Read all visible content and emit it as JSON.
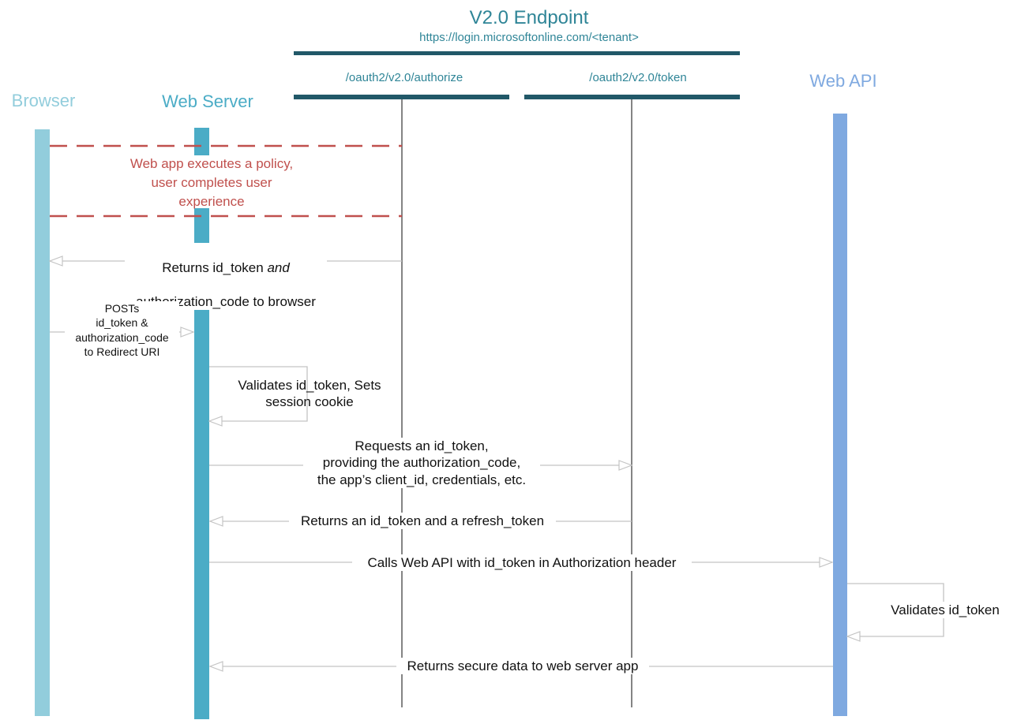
{
  "diagram": {
    "endpoint": {
      "title": "V2.0 Endpoint",
      "url": "https://login.microsoftonline.com/<tenant>",
      "authorize_path": "/oauth2/v2.0/authorize",
      "token_path": "/oauth2/v2.0/token"
    },
    "participants": {
      "browser": "Browser",
      "web_server": "Web Server",
      "web_api": "Web API"
    },
    "colors": {
      "browser": "#92cddc",
      "web_server": "#4bacc6",
      "web_api": "#7fa9e0",
      "endpoint_bar": "#215868",
      "endpoint_text": "#2f8597",
      "note": "#c0504d",
      "arrow": "#c4c4c4",
      "lifeline": "#333333"
    },
    "note": "Web app executes a policy,\nuser completes user\nexperience",
    "messages": {
      "returns_tokens_prefix": "Returns id_token ",
      "returns_tokens_emphasis": "and",
      "returns_tokens_line2": "authorization_code to browser",
      "posts": "POSTs\nid_token &\nauthorization_code\nto Redirect URI",
      "validates_session": "Validates id_token, Sets\nsession cookie",
      "requests_token": "Requests an id_token,\nproviding the authorization_code,\nthe app’s client_id, credentials, etc.",
      "returns_refresh": "Returns an id_token and a refresh_token",
      "calls_api": "Calls Web API with id_token in Authorization header",
      "api_validates": "Validates id_token",
      "returns_data": "Returns secure data to web server app"
    }
  }
}
